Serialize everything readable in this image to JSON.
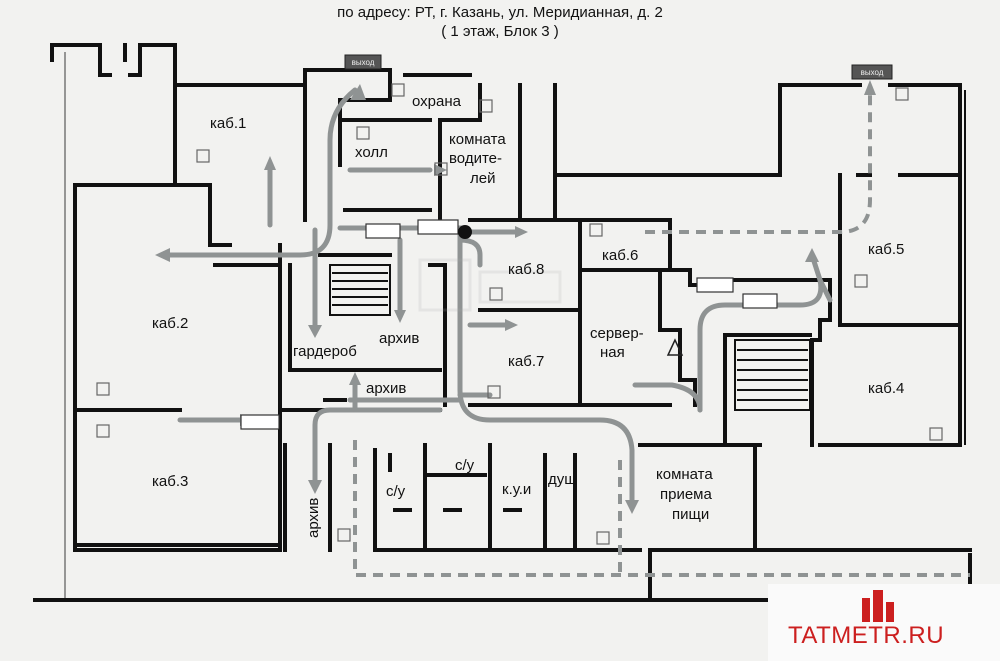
{
  "header": {
    "address": "по адресу: РТ, г. Казань, ул. Меридианная, д. 2",
    "floor": "( 1 этаж, Блок 3 )"
  },
  "rooms": {
    "kab1": "каб.1",
    "kab2": "каб.2",
    "kab3": "каб.3",
    "kab4": "каб.4",
    "kab5": "каб.5",
    "kab6": "каб.6",
    "kab7": "каб.7",
    "kab8": "каб.8",
    "okhrana": "охрана",
    "holl": "холл",
    "driver1": "комната",
    "driver2": "водите-",
    "driver3": "лей",
    "garderob": "гардероб",
    "arkhiv_small": "архив",
    "arkhiv_mid": "архив",
    "arkhiv_vert": "архив",
    "server1": "сервер-",
    "server2": "ная",
    "su1": "с/у",
    "su2": "с/у",
    "kui": "к.у.и",
    "dush": "душ",
    "food1": "комната",
    "food2": "приема",
    "food3": "пищи"
  },
  "signs": {
    "exit_left": "выход",
    "exit_right": "выход"
  },
  "watermark": "TATMETR.RU",
  "colors": {
    "walls": "#111111",
    "evac_route": "#8f9393",
    "logo": "#cc1f1f"
  }
}
